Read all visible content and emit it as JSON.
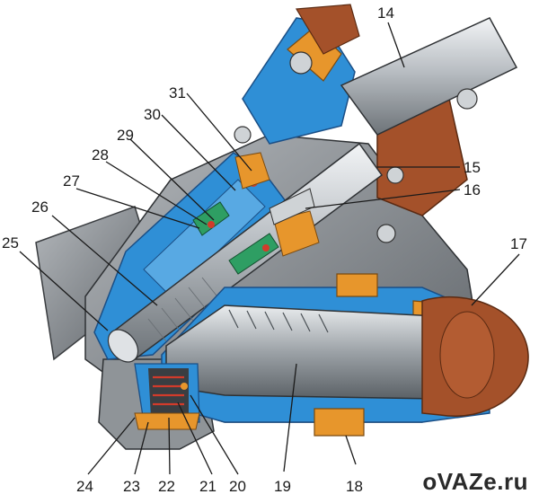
{
  "watermark": "oVAZe.ru",
  "labels": {
    "l14": "14",
    "l15": "15",
    "l16": "16",
    "l17": "17",
    "l18": "18",
    "l19": "19",
    "l20": "20",
    "l21": "21",
    "l22": "22",
    "l23": "23",
    "l24": "24",
    "l25": "25",
    "l26": "26",
    "l27": "27",
    "l28": "28",
    "l29": "29",
    "l30": "30",
    "l31": "31"
  },
  "colors": {
    "housing": "#8e9296",
    "housing_dark": "#5e6266",
    "cut_blue": "#2f8fd6",
    "cut_blue_dark": "#1b5fa3",
    "bronze": "#e7962c",
    "rust": "#a4512a",
    "shaft": "#c8ccd0",
    "green": "#2e9e63",
    "red": "#d23b2b"
  }
}
